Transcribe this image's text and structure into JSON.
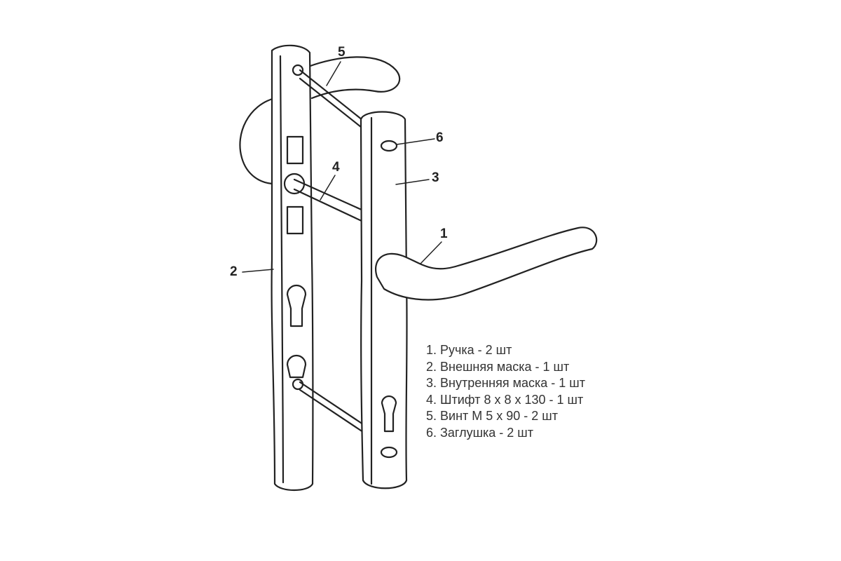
{
  "callouts": {
    "c1": "1",
    "c2": "2",
    "c3": "3",
    "c4": "4",
    "c5": "5",
    "c6": "6"
  },
  "legend": [
    "1. Ручка - 2 шт",
    "2. Внешняя маска - 1 шт",
    "3. Внутренняя маска - 1 шт",
    "4. Штифт 8 х 8 х 130 - 1 шт",
    "5. Винт М 5 х 90 - 2 шт",
    "6. Заглушка - 2 шт"
  ]
}
